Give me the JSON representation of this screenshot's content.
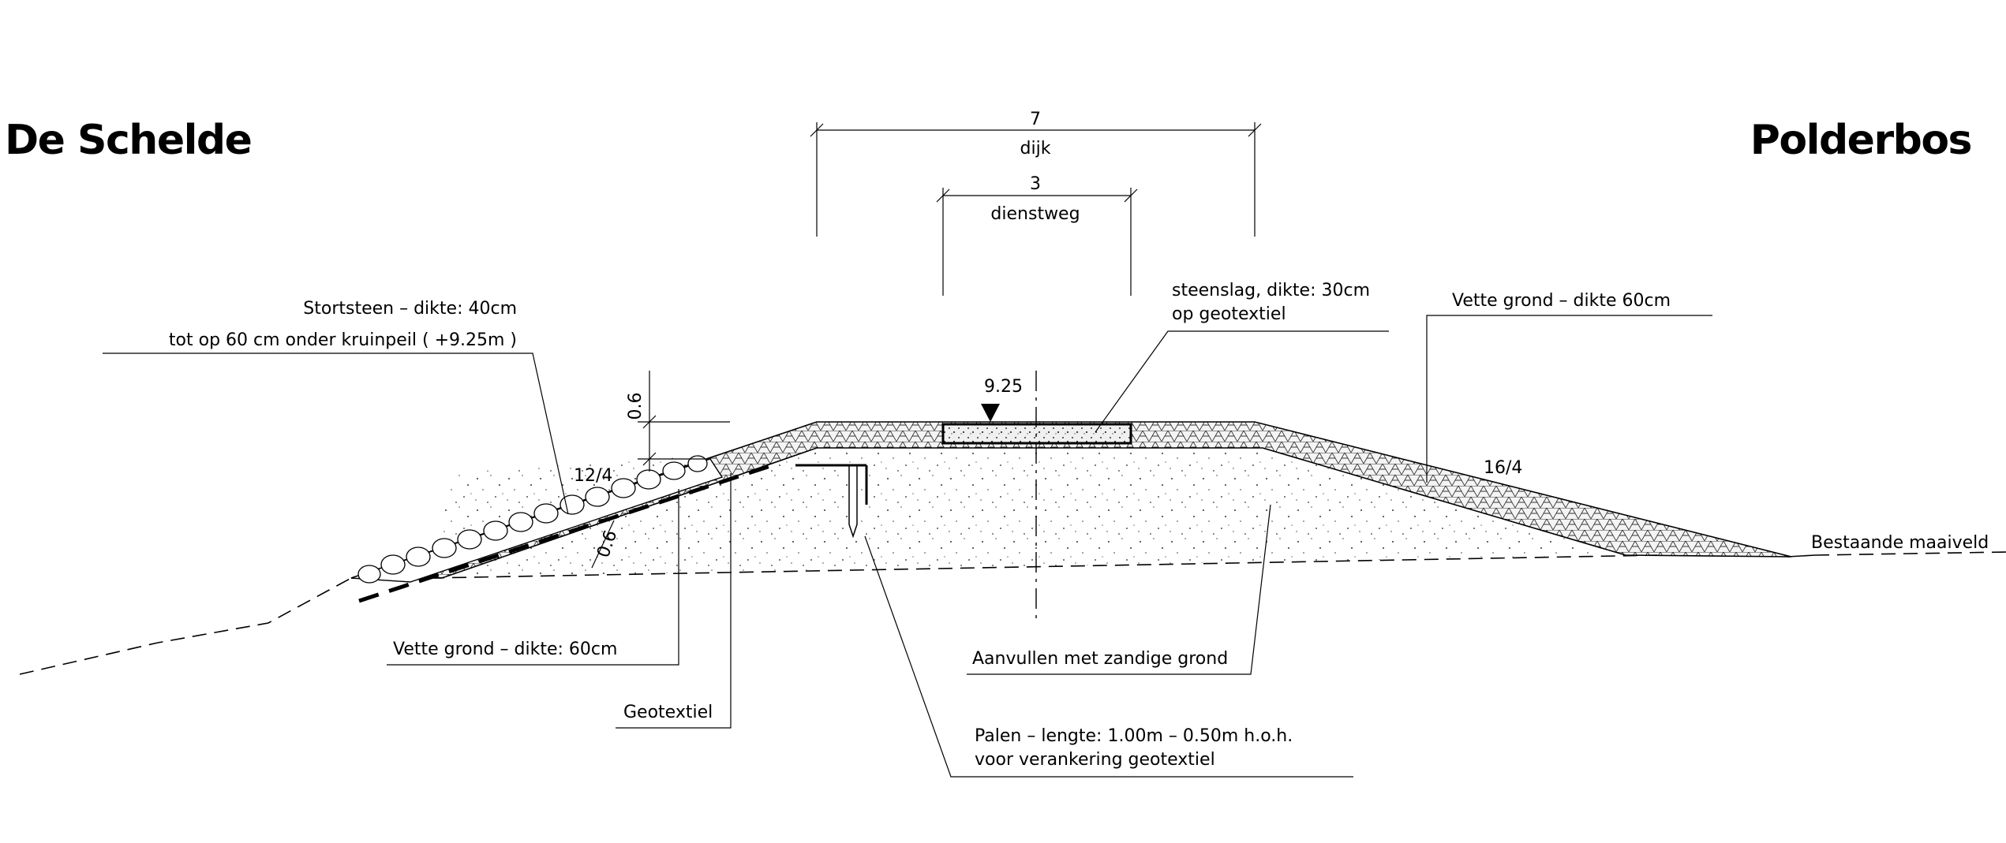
{
  "left_title": "De Schelde",
  "right_title": "Polderbos",
  "dimensions": {
    "dike_width_value": "7",
    "dike_width_label": "dijk",
    "road_width_value": "3",
    "road_width_label": "dienstweg",
    "layer_height": "0.6",
    "geotextile_offset": "0.6"
  },
  "elevation": "9.25",
  "slopes": {
    "left": "12/4",
    "right": "16/4"
  },
  "labels": {
    "riprap_line1": "Stortsteen – dikte: 40cm",
    "riprap_line2": "tot op 60 cm onder kruinpeil ( +9.25m )",
    "gravel_line1": "steenslag, dikte: 30cm",
    "gravel_line2": "op geotextiel",
    "fat_soil_right": "Vette grond – dikte 60cm",
    "existing_ground": "Bestaande maaiveld",
    "fat_soil_left": "Vette grond – dikte: 60cm",
    "geotextile": "Geotextiel",
    "sandy_fill": "Aanvullen met zandige grond",
    "piles_line1": "Palen – lengte: 1.00m – 0.50m h.o.h.",
    "piles_line2": "voor verankering geotextiel"
  }
}
